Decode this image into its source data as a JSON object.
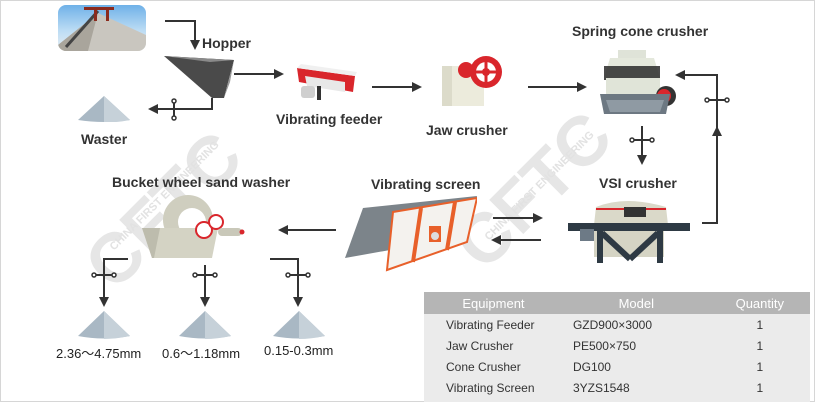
{
  "diagram": {
    "title": "Sand making production line flow",
    "watermark": {
      "logo": "CFTC",
      "text": "CHINA FIRST ENGINEERING"
    },
    "stages": {
      "raw_material": {
        "label": ""
      },
      "hopper": {
        "label": "Hopper"
      },
      "waster": {
        "label": "Waster"
      },
      "vibrating_feeder": {
        "label": "Vibrating feeder"
      },
      "jaw_crusher": {
        "label": "Jaw crusher"
      },
      "spring_cone_crusher": {
        "label": "Spring cone crusher"
      },
      "vsi_crusher": {
        "label": "VSI crusher"
      },
      "vibrating_screen": {
        "label": "Vibrating screen"
      },
      "bucket_wheel_sand_washer": {
        "label": "Bucket wheel sand washer"
      }
    },
    "outputs": [
      {
        "label": "2.36～4.75mm"
      },
      {
        "label": "0.6～1.18mm"
      },
      {
        "label": "0.15-0.3mm"
      }
    ],
    "colors": {
      "arrow": "#333333",
      "accent_red": "#d9262c",
      "pile": "#a9b8c4"
    }
  },
  "equipment_table": {
    "headers": [
      "Equipment",
      "Model",
      "Quantity"
    ],
    "rows": [
      [
        "Vibrating Feeder",
        "GZD900×3000",
        "1"
      ],
      [
        "Jaw Crusher",
        "PE500×750",
        "1"
      ],
      [
        "Cone Crusher",
        "DG100",
        "1"
      ],
      [
        "Vibrating Screen",
        "3YZS1548",
        "1"
      ]
    ]
  }
}
